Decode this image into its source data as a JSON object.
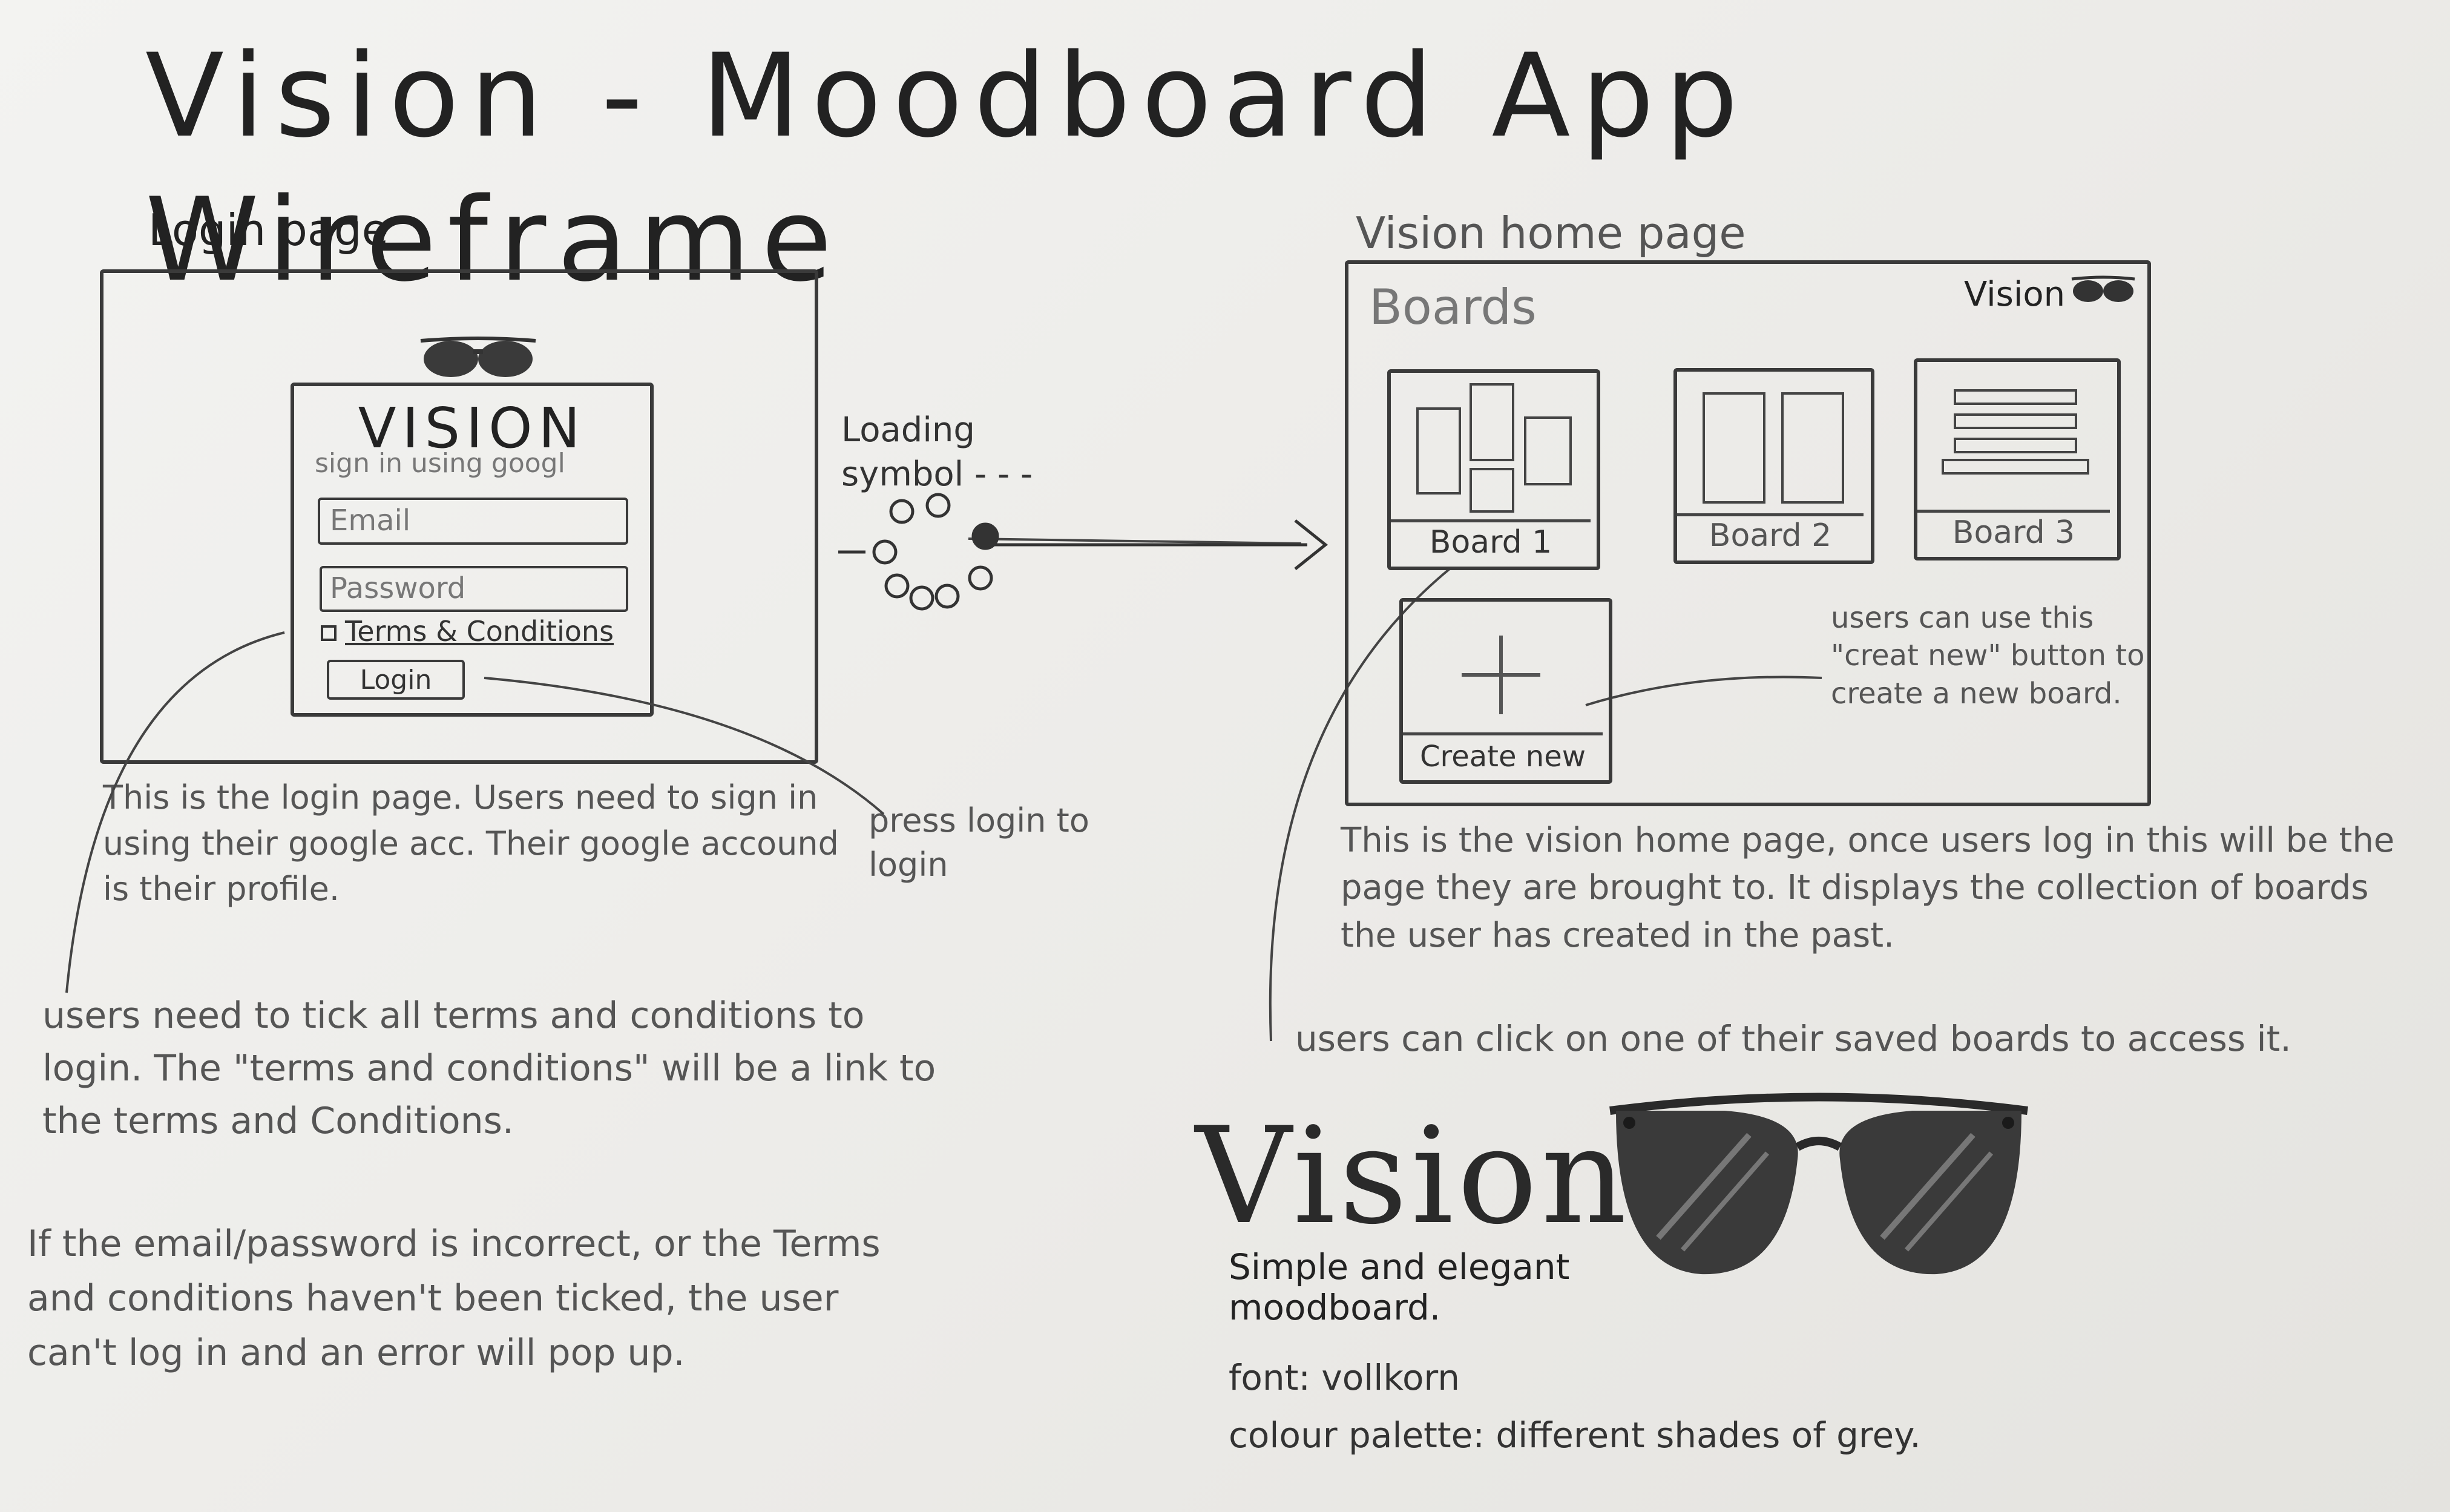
{
  "title": "Vision - Moodboard App Wireframe",
  "login": {
    "section_label": "Login page",
    "brand": "VISION",
    "subtitle": "sign in using googl",
    "email_placeholder": "Email",
    "password_placeholder": "Password",
    "terms_label": "Terms & Conditions",
    "login_button": "Login",
    "note_login_page": "This is the login page. Users need to sign in using their google acc. Their google accound is their profile.",
    "note_press_login": "press login to login",
    "note_terms": "users need to tick all terms and conditions to login. The \"terms and conditions\" will be a link to the terms and Conditions.",
    "note_error": "If the email/password is incorrect, or the Terms and conditions haven't been ticked, the user can't log in and an error will pop up."
  },
  "loading": {
    "label": "Loading symbol - - -"
  },
  "home": {
    "section_label": "Vision home page",
    "header_title": "Boards",
    "brand": "Vision",
    "boards": [
      {
        "label": "Board 1"
      },
      {
        "label": "Board 2"
      },
      {
        "label": "Board 3"
      }
    ],
    "create_new": "Create new",
    "note_create": "users can use this \"creat new\" button to create a new board.",
    "note_home": "This is the vision home page, once users log in this will be the page they are brought to. It displays the collection of boards the user has created in the past.",
    "note_click": "users can click on one of their saved boards to access it."
  },
  "branding": {
    "logo": "Vision",
    "tagline": "Simple and elegant moodboard.",
    "font": "font: vollkorn",
    "palette": "colour palette: different shades of grey."
  },
  "icons": {
    "sunglasses": "sunglasses-icon",
    "plus": "plus-icon",
    "arrow": "arrow-right-icon"
  }
}
